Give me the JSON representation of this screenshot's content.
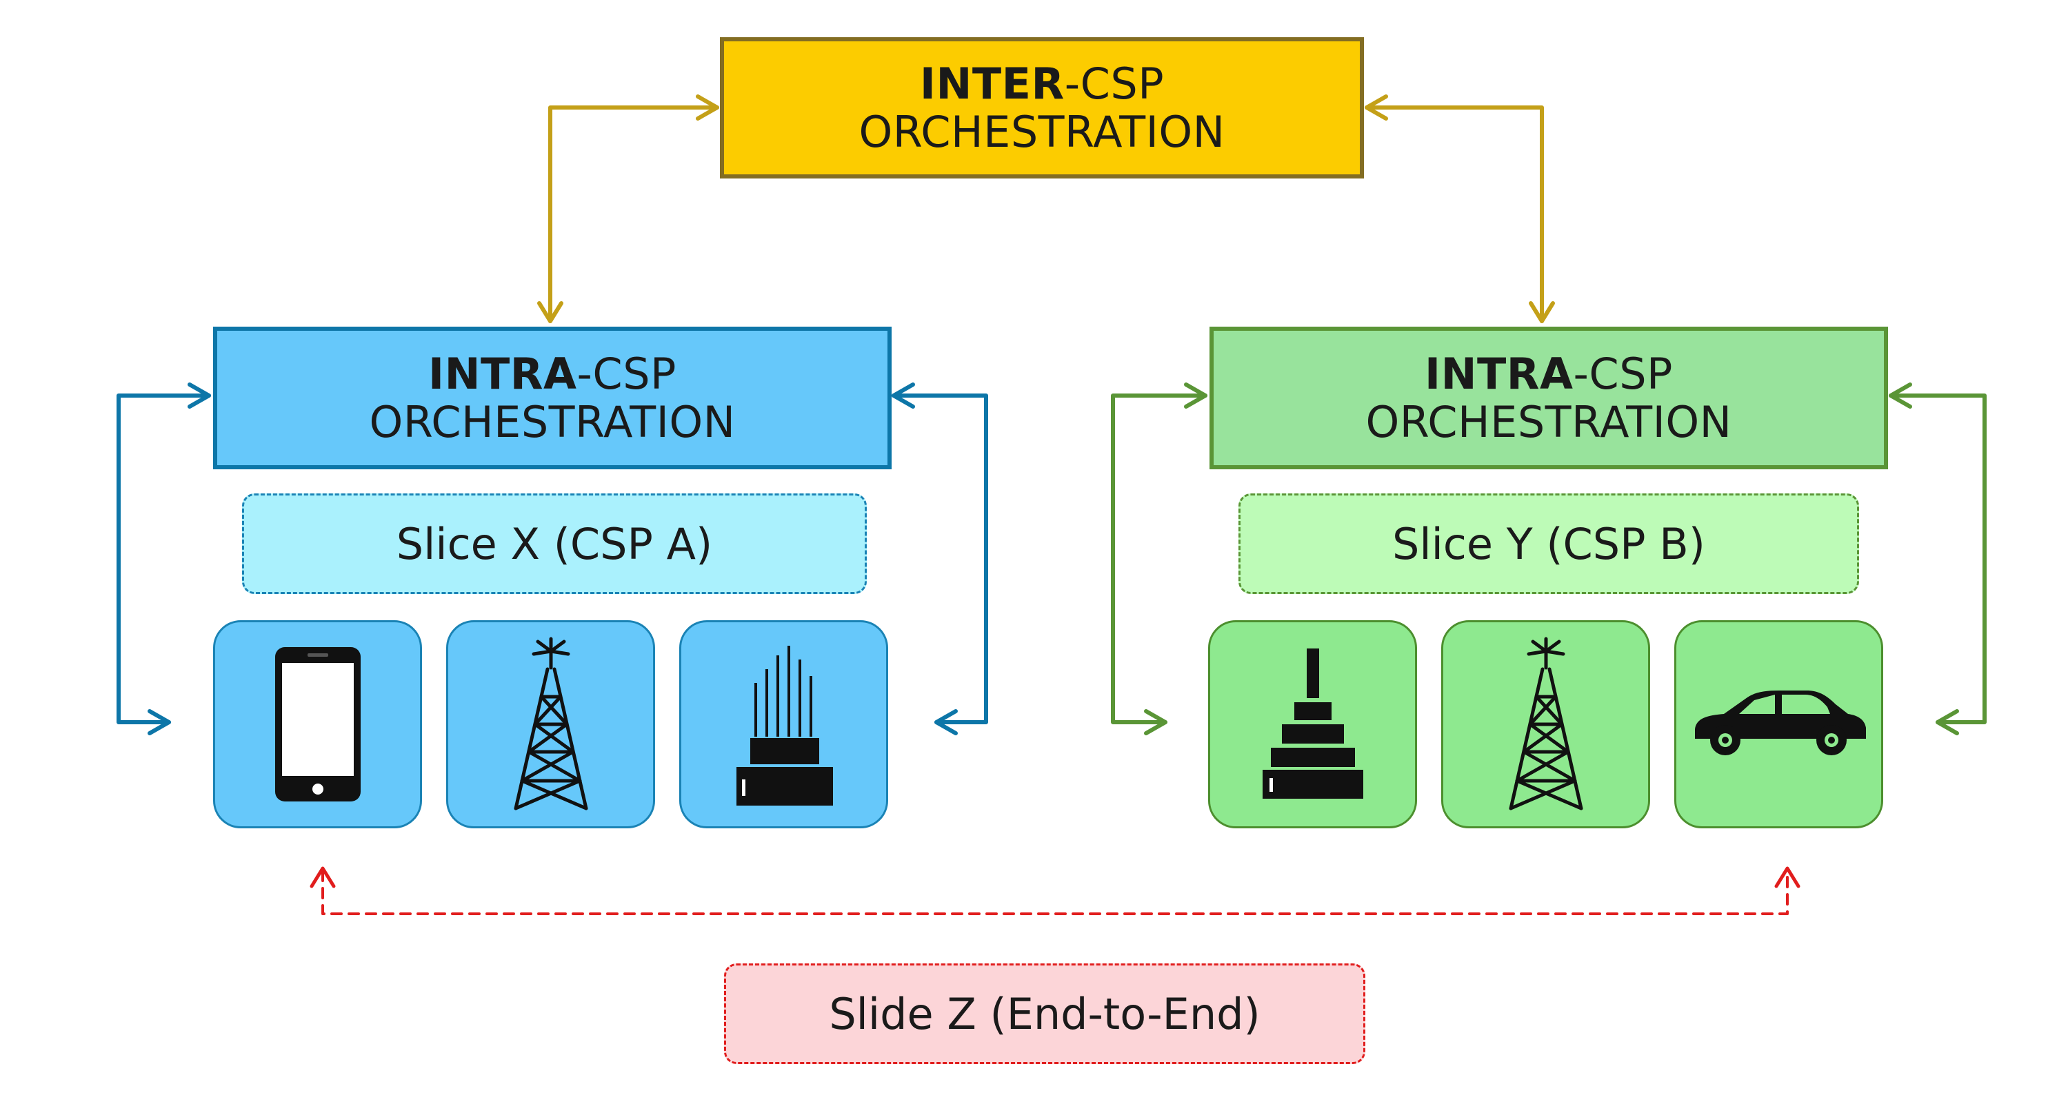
{
  "inter_csp": {
    "bold": "INTER",
    "rest": "-CSP",
    "line2": "ORCHESTRATION"
  },
  "intra_csp_a": {
    "bold": "INTRA",
    "rest": "-CSP",
    "line2": "ORCHESTRATION"
  },
  "intra_csp_b": {
    "bold": "INTRA",
    "rest": "-CSP",
    "line2": "ORCHESTRATION"
  },
  "slices": {
    "x": "Slice X (CSP A)",
    "y": "Slice Y (CSP B)",
    "z": "Slide Z (End-to-End)"
  },
  "tiles_a": [
    "smartphone-icon",
    "cell-tower-icon",
    "data-center-icon"
  ],
  "tiles_b": [
    "edge-server-icon",
    "cell-tower-icon",
    "car-icon"
  ],
  "colors": {
    "inter_fill": "#fccc00",
    "inter_line": "#c4a018",
    "csp_a_fill": "#66c8fa",
    "csp_a_line": "#0d76a8",
    "csp_b_fill": "#98e39c",
    "csp_b_line": "#5a9536",
    "end_to_end_line": "#e11d1d"
  }
}
